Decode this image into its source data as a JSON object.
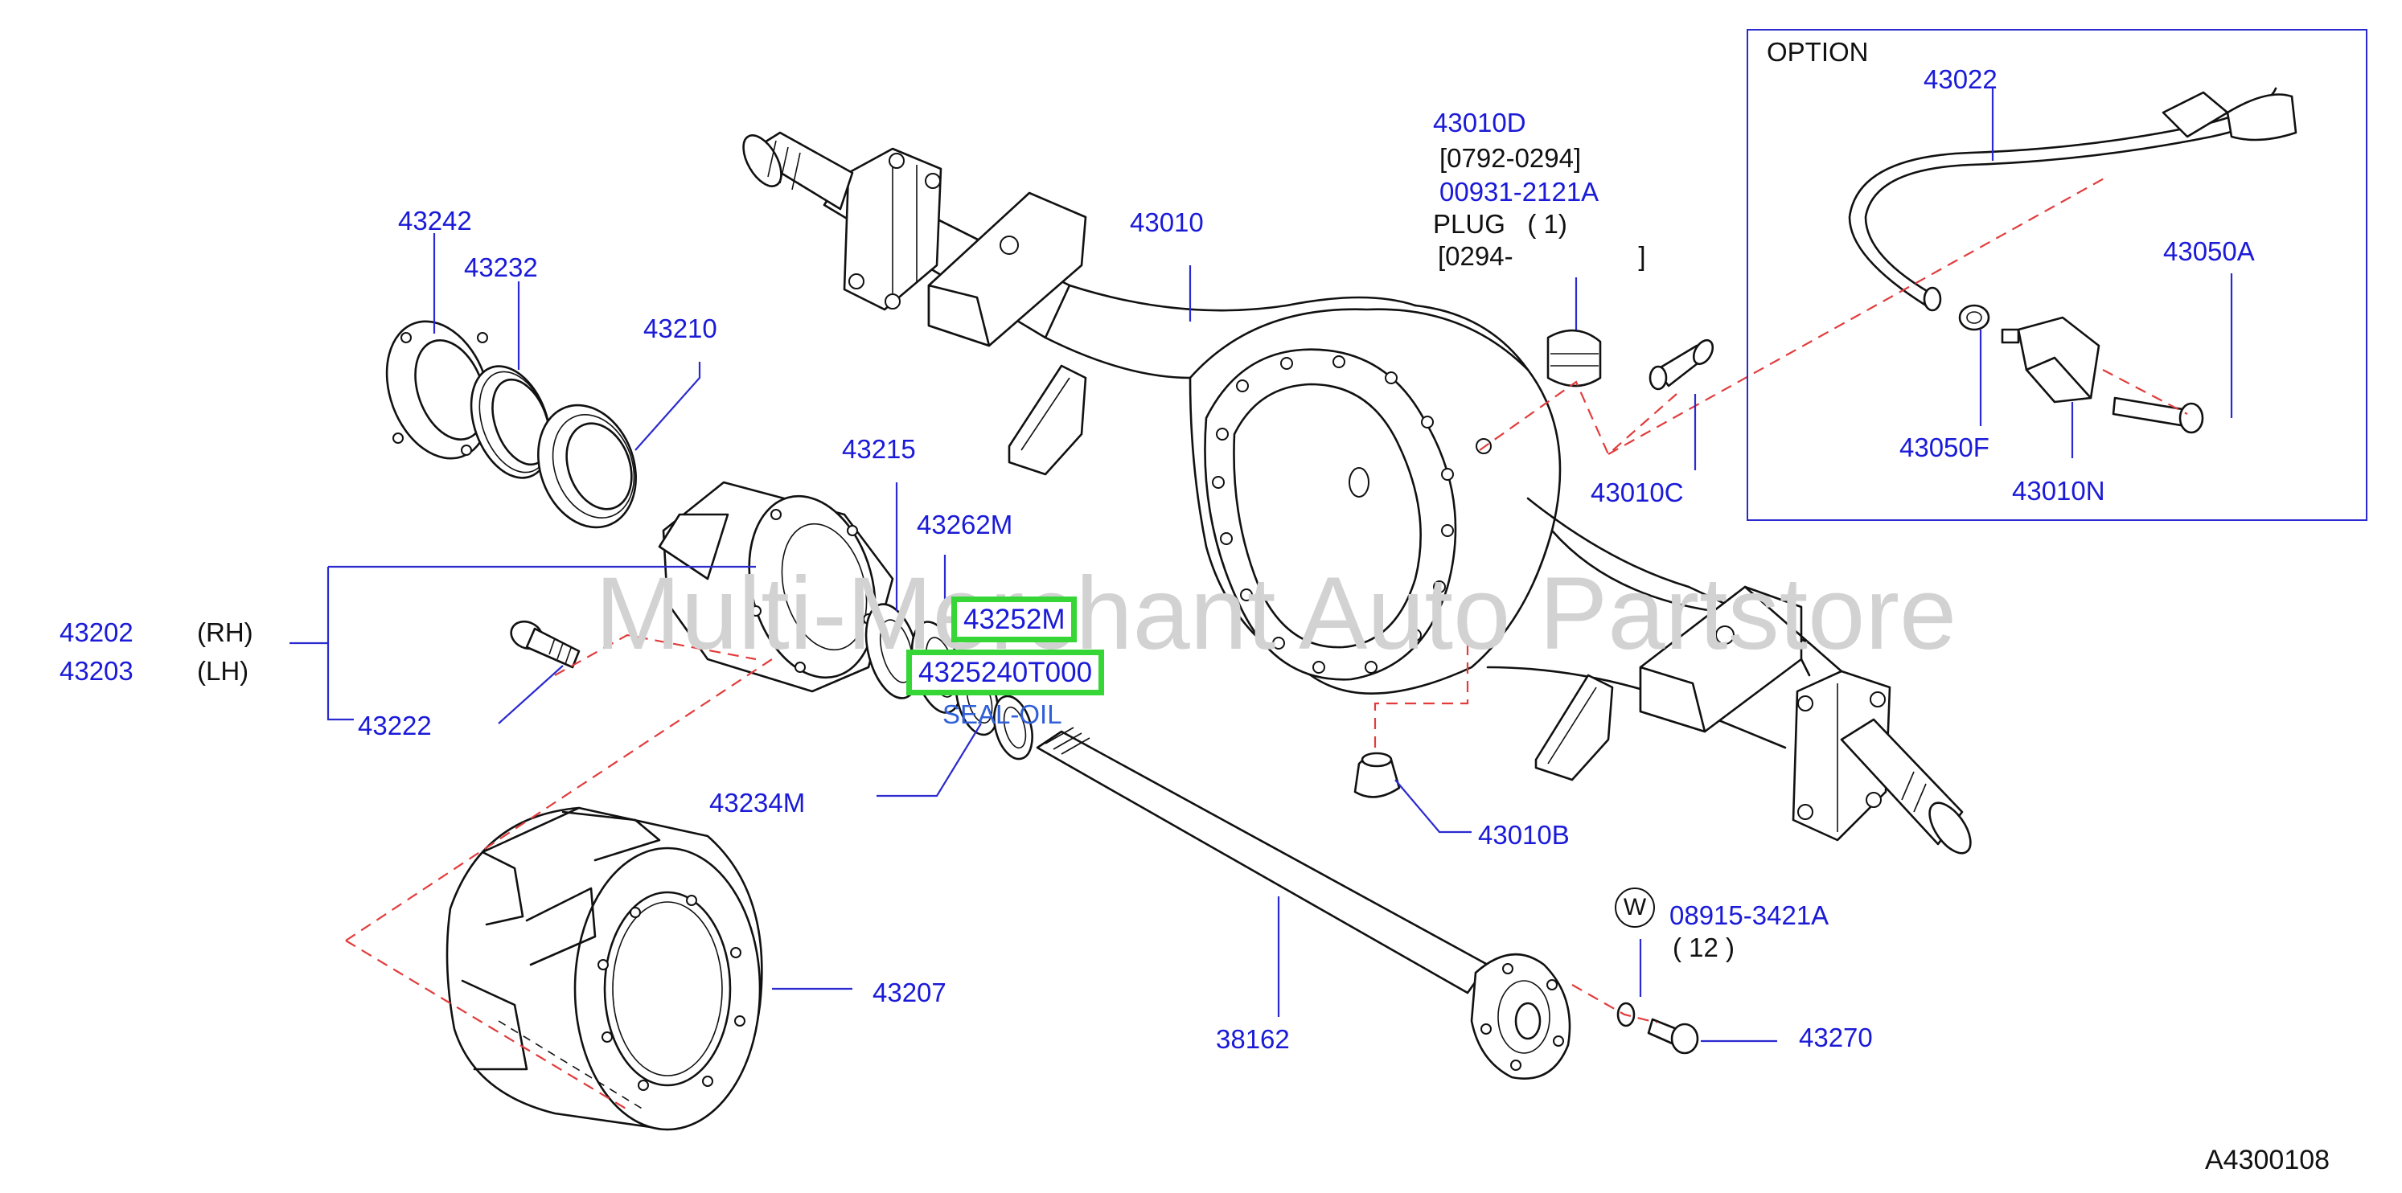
{
  "watermark": "Multi-Merchant Auto Partstore",
  "diagram_code": "A4300108",
  "option_box": {
    "title": "OPTION"
  },
  "washer_symbol": "W",
  "highlights": {
    "part_43252m": "43252M",
    "part_4325240t000": "4325240T000"
  },
  "labels": {
    "l43242": "43242",
    "l43232": "43232",
    "l43210": "43210",
    "l43010": "43010",
    "l43010d": "43010D",
    "l43010d_range": "[0792-0294]",
    "l00931": "00931-2121A",
    "l_plug": "PLUG   ( 1)",
    "l_range2": "[0294-                 ]",
    "l43022": "43022",
    "l43050a": "43050A",
    "l43050f": "43050F",
    "l43010n": "43010N",
    "l43010c": "43010C",
    "l43215": "43215",
    "l43262m": "43262M",
    "l43202": "43202",
    "l43202_side": "(RH)",
    "l43203": "43203",
    "l43203_side": "(LH)",
    "l43222": "43222",
    "l_seal": "SEAL-OIL",
    "l43234m": "43234M",
    "l43010b": "43010B",
    "l08915": "08915-3421A",
    "l08915_qty": "( 12 )",
    "l43207": "43207",
    "l38162": "38162",
    "l43270": "43270"
  }
}
